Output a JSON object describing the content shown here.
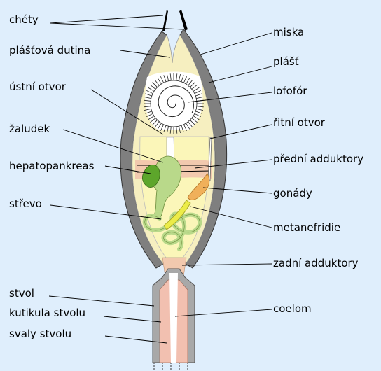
{
  "labels": {
    "chety": "chéty",
    "plastova_dutina": "plášťová dutina",
    "ustni_otvor": "ústní otvor",
    "zaludek": "žaludek",
    "hepatopankreas": "hepatopankreas",
    "strevo": "střevo",
    "stvol": "stvol",
    "kutikula_stvolu": "kutikula stvolu",
    "svaly_stvolu": "svaly stvolu",
    "miska": "miska",
    "plast": "plášť",
    "lofofor": "lofofór",
    "ritni_otvor": "řitní otvor",
    "predni_adduktory": "přední adduktory",
    "gonady": "gonády",
    "metanefridie": "metanefridie",
    "zadni_adduktory": "zadní adduktory",
    "coelom": "coelom"
  },
  "colors": {
    "background": "#dfeefc",
    "shell": "#7f7f7f",
    "mantle": "#f6efc0",
    "body_cavity": "#fbf6b9",
    "adductor": "#f2c9ae",
    "gut": "#b9d98a",
    "hepatopancreas": "#5da62b",
    "gonads": "#f0b05a",
    "metanephridia": "#ecec48",
    "stalk": "#a8a8a8",
    "stalk_muscle": "#f2c0b0"
  }
}
